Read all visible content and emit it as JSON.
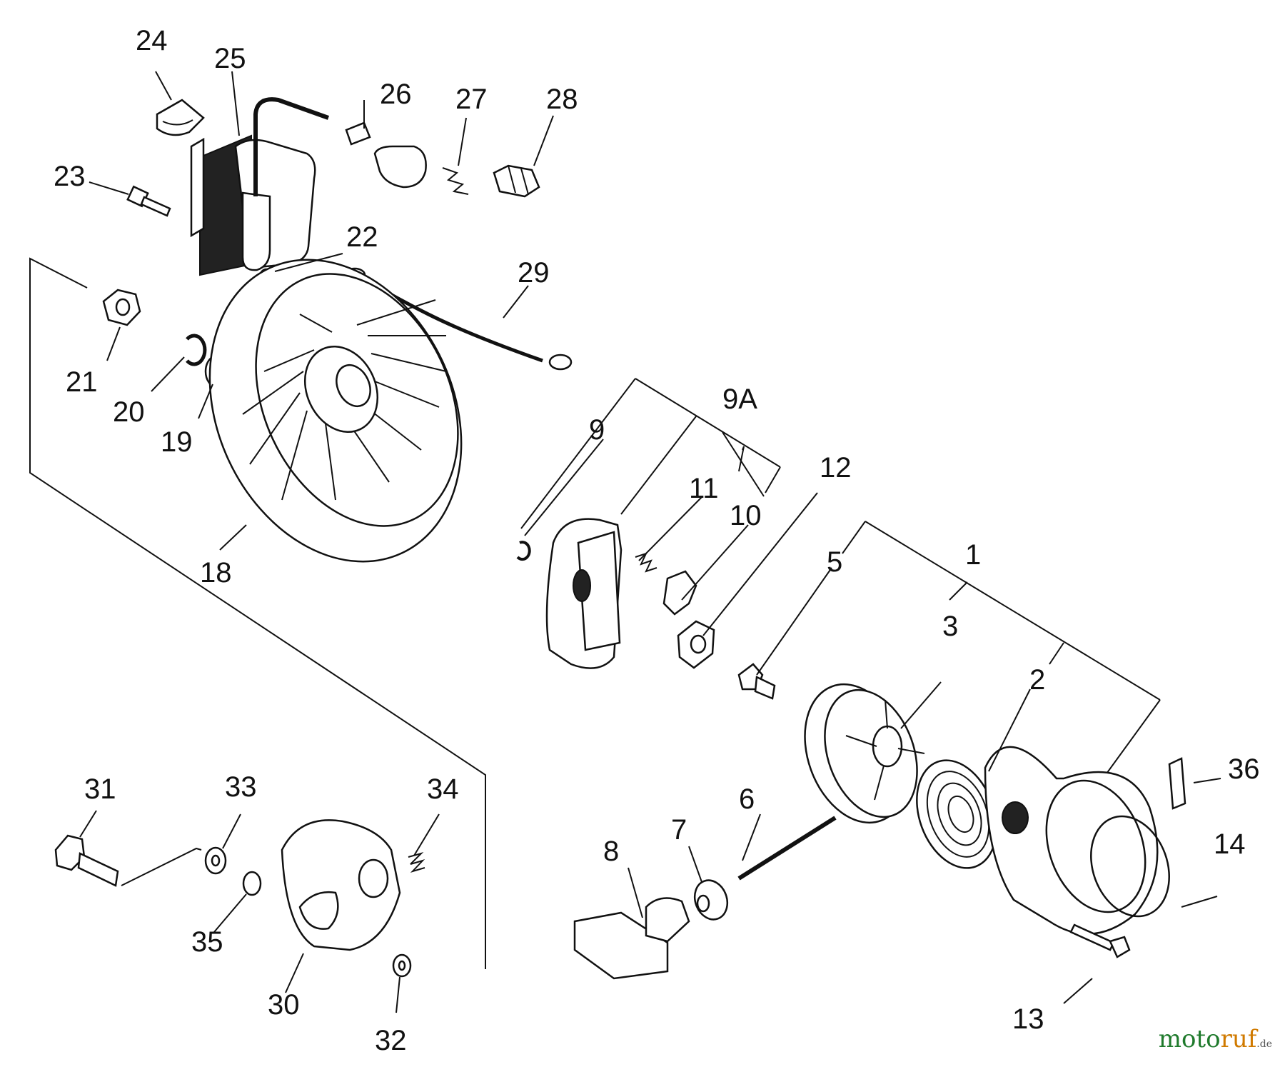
{
  "diagram": {
    "labels": {
      "l1": "1",
      "l2": "2",
      "l3": "3",
      "l5": "5",
      "l6": "6",
      "l7": "7",
      "l8": "8",
      "l9": "9",
      "l9a": "9A",
      "l10": "10",
      "l11": "11",
      "l12": "12",
      "l13": "13",
      "l14": "14",
      "l18": "18",
      "l19": "19",
      "l20": "20",
      "l21": "21",
      "l22": "22",
      "l23": "23",
      "l24": "24",
      "l25": "25",
      "l26": "26",
      "l27": "27",
      "l28": "28",
      "l29": "29",
      "l30": "30",
      "l31": "31",
      "l32": "32",
      "l33": "33",
      "l34": "34",
      "l35": "35",
      "l36": "36"
    }
  },
  "watermark": {
    "text_main": "moto",
    "text_accent": "ruf",
    "text_tld": ".de"
  }
}
